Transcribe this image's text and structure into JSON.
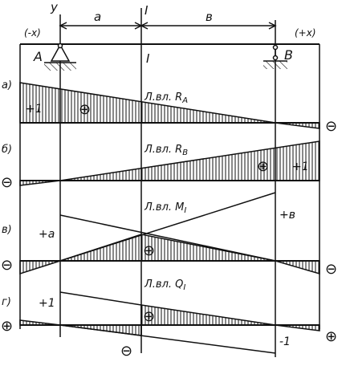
{
  "header": {
    "y_axis": "y",
    "a_span": "a",
    "b_span": "в",
    "section_top": "I",
    "section_mid": "I",
    "neg_x": "(-x)",
    "pos_x": "(+x)",
    "support_a": "A",
    "support_b": "B"
  },
  "panels": [
    {
      "id": "a",
      "label": "а)",
      "title": "Л.вл. R",
      "title_sub": "A",
      "left_value": "+1",
      "right_value": "",
      "sign_left": "",
      "sign_right": "⊖",
      "sign_mid": "⊕"
    },
    {
      "id": "b",
      "label": "б)",
      "title": "Л.вл. R",
      "title_sub": "B",
      "left_value": "",
      "right_value": "+1",
      "sign_left": "⊖",
      "sign_right": "",
      "sign_mid": "⊕"
    },
    {
      "id": "c",
      "label": "в)",
      "title": "Л.вл. M",
      "title_sub": "I",
      "left_value": "+a",
      "right_value": "+в",
      "sign_left": "⊖",
      "sign_right": "⊖",
      "sign_mid": "⊕"
    },
    {
      "id": "d",
      "label": "г)",
      "title": "Л.вл. Q",
      "title_sub": "I",
      "left_value": "+1",
      "right_value": "-1",
      "sign_left": "⊕",
      "sign_right": "⊕",
      "sign_mid": "⊕",
      "sign_bottom": "⊖"
    }
  ]
}
